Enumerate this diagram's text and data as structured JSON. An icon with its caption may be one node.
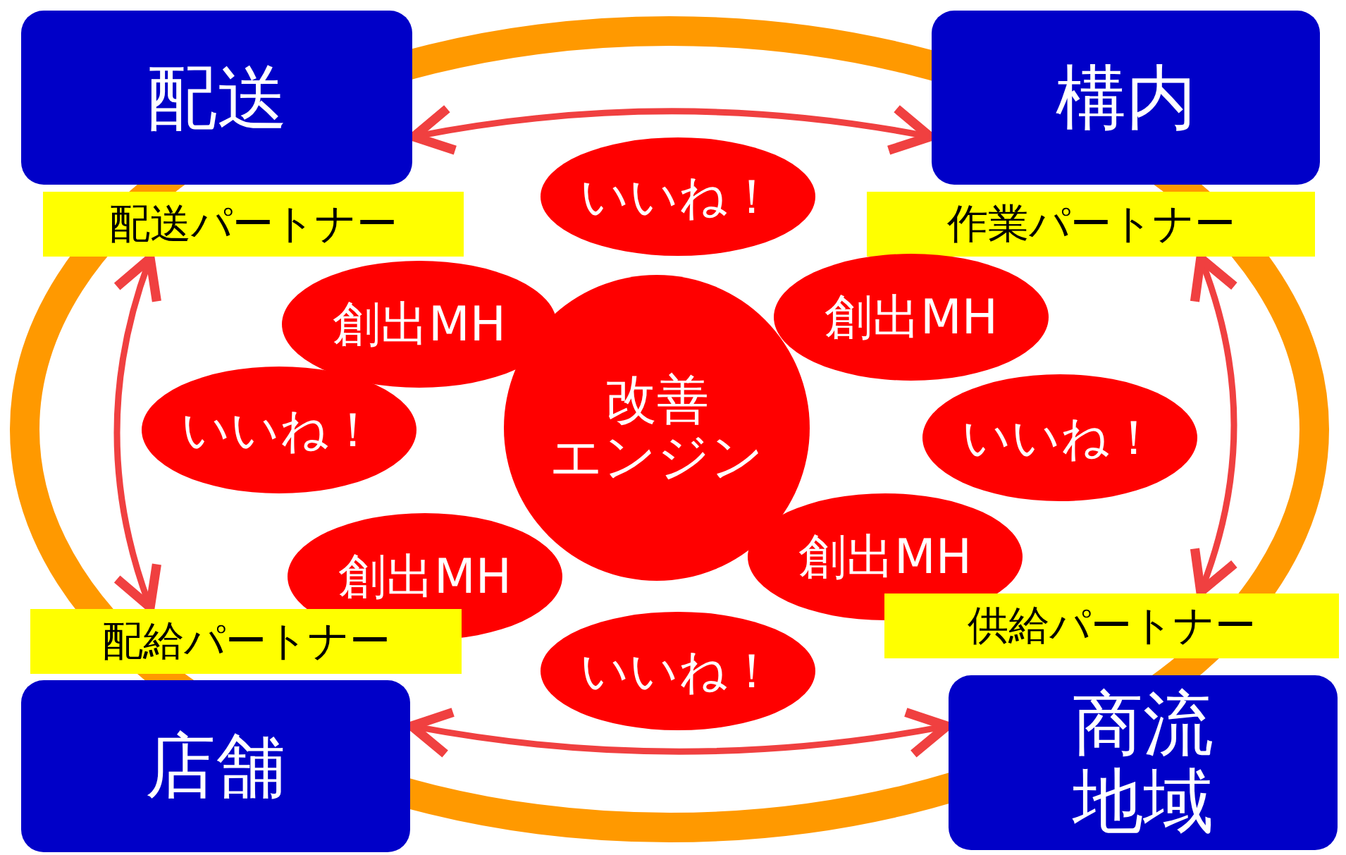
{
  "diagram": {
    "nodes": [
      {
        "text": [
          "配送"
        ]
      },
      {
        "text": [
          "構内"
        ]
      },
      {
        "text": [
          "配送パートナー"
        ]
      },
      {
        "text": [
          "作業パートナー"
        ]
      },
      {
        "text": [
          "いいね！"
        ]
      },
      {
        "text": [
          "創出MH"
        ]
      },
      {
        "text": [
          "創出MH"
        ]
      },
      {
        "text": [
          "いいね！"
        ]
      },
      {
        "text": [
          "改善",
          "エンジン"
        ]
      },
      {
        "text": [
          "いいね！"
        ]
      },
      {
        "text": [
          "創出MH"
        ]
      },
      {
        "text": [
          "創出MH"
        ]
      },
      {
        "text": [
          "いいね！"
        ]
      },
      {
        "text": [
          "配給パートナー"
        ]
      },
      {
        "text": [
          "供給パートナー"
        ]
      },
      {
        "text": [
          "店舗"
        ]
      },
      {
        "text": [
          "商流地域"
        ]
      }
    ],
    "edges": [
      {
        "from": 0,
        "to": 1,
        "arrow": "both"
      },
      {
        "from": 2,
        "to": 13,
        "arrow": "both"
      },
      {
        "from": 3,
        "to": 14,
        "arrow": "both"
      },
      {
        "from": 15,
        "to": 16,
        "arrow": "both"
      }
    ]
  }
}
